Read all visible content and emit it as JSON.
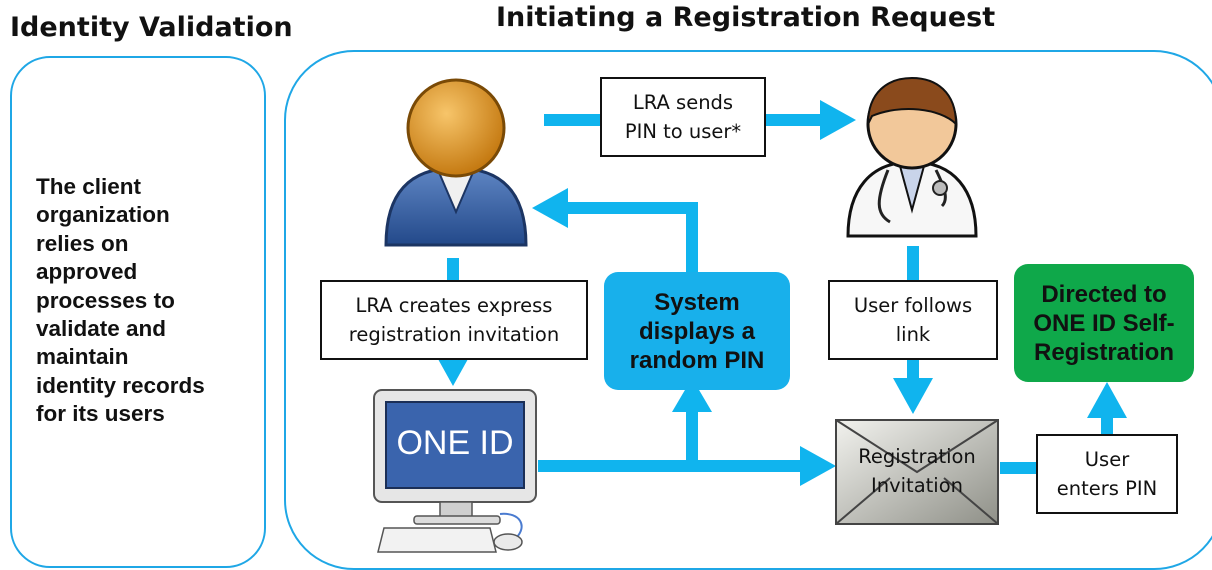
{
  "left_panel": {
    "title": "Identity Validation",
    "description": "The client\norganization\nrelies on\napproved\nprocesses to\nvalidate and\nmaintain\nidentity records\nfor its users"
  },
  "main_panel": {
    "title": "Initiating a Registration Request"
  },
  "labels": {
    "lra_sends_pin": "LRA sends\nPIN to user*",
    "lra_creates_invitation": "LRA creates express\nregistration invitation",
    "user_follows_link": "User follows\nlink",
    "user_enters_pin": "User\nenters PIN",
    "registration_invitation": "Registration\nInvitation"
  },
  "callouts": {
    "system_displays_pin": "System\ndisplays a\nrandom PIN",
    "directed_to_self_registration": "Directed to\nONE ID Self-\nRegistration"
  },
  "computer_screen_text": "ONE ID",
  "colors": {
    "accent_blue": "#1fa7e6",
    "arrow_blue": "#10b4ee",
    "green": "#0fa84a",
    "text": "#111111"
  },
  "icons": [
    "lra-person-icon",
    "doctor-icon",
    "computer-icon",
    "envelope-icon"
  ]
}
